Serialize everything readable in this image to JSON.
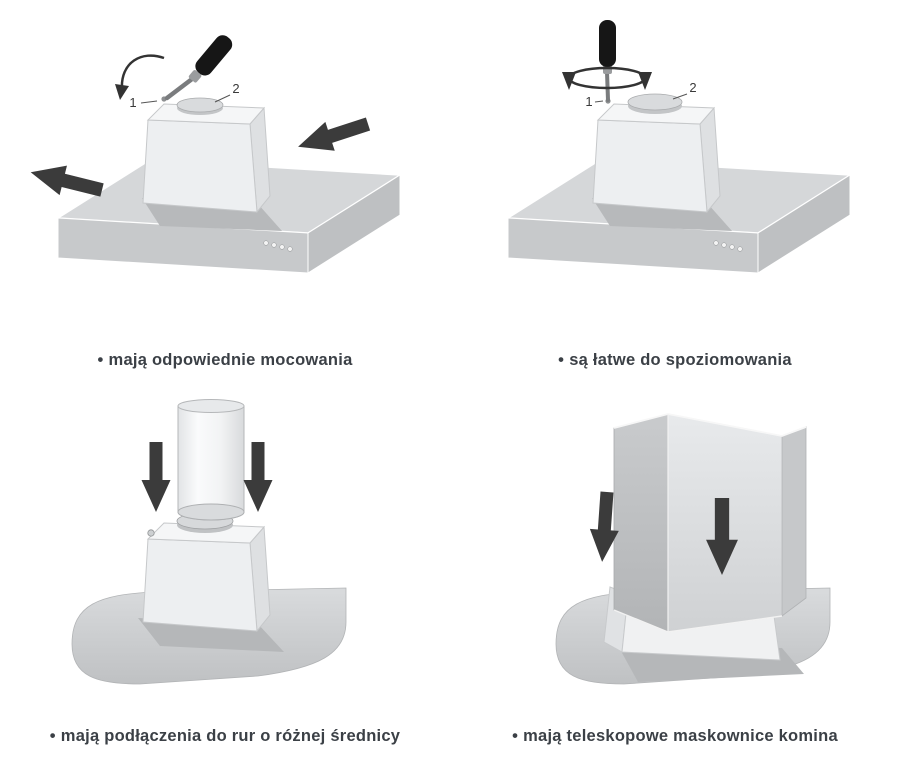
{
  "colors": {
    "background": "#ffffff",
    "caption_text": "#3b4046",
    "arrow": "#3b3b3b",
    "metal_light": "#eef0f2",
    "metal_mid": "#d2d4d6",
    "metal_dark": "#c0c2c4"
  },
  "icons": {
    "direction_arrow": "thick-black-arrow",
    "rotation_arrow": "curved-rotation-arrow",
    "down_arrow": "thick-down-arrow",
    "tool": "screwdriver"
  },
  "panels": [
    {
      "id": "mounting",
      "bullet": "•",
      "caption": "mają odpowiednie mocowania",
      "labels": {
        "step1": "1",
        "step2": "2"
      }
    },
    {
      "id": "leveling",
      "bullet": "•",
      "caption": "są łatwe do spoziomowania",
      "labels": {
        "step1": "1",
        "step2": "2"
      }
    },
    {
      "id": "pipe-connection",
      "bullet": "•",
      "caption": "mają podłączenia do rur o różnej średnicy"
    },
    {
      "id": "chimney-cover",
      "bullet": "•",
      "caption": "mają teleskopowe maskownice komina"
    }
  ]
}
